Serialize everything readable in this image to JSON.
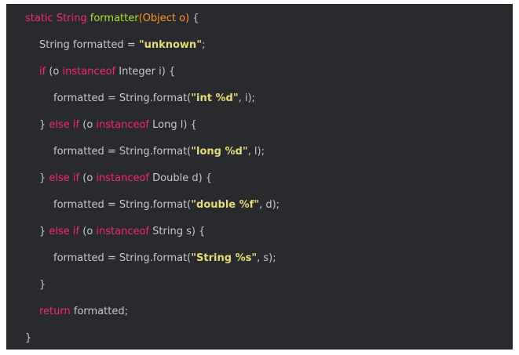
{
  "colors": {
    "background": "#282a2e",
    "keyword": "#f92672",
    "function": "#a6e22e",
    "parameter": "#fd971f",
    "string": "#e6db74",
    "plain": "#c5c8c6"
  },
  "code": {
    "lines": [
      {
        "indent": 0,
        "tokens": [
          {
            "t": "static ",
            "k": "kw"
          },
          {
            "t": "String ",
            "k": "type"
          },
          {
            "t": "formatter",
            "k": "fn"
          },
          {
            "t": "(Object o)",
            "k": "par"
          },
          {
            "t": " {",
            "k": "plain"
          }
        ]
      },
      {
        "indent": 1,
        "tokens": [
          {
            "t": "String formatted = ",
            "k": "plain"
          },
          {
            "t": "\"unknown\"",
            "k": "str"
          },
          {
            "t": ";",
            "k": "plain"
          }
        ]
      },
      {
        "indent": 1,
        "tokens": [
          {
            "t": "if",
            "k": "kw"
          },
          {
            "t": " (o ",
            "k": "plain"
          },
          {
            "t": "instanceof",
            "k": "kw"
          },
          {
            "t": " Integer i) {",
            "k": "plain"
          }
        ]
      },
      {
        "indent": 2,
        "tokens": [
          {
            "t": "formatted = String.format(",
            "k": "plain"
          },
          {
            "t": "\"int %d\"",
            "k": "str"
          },
          {
            "t": ", i);",
            "k": "plain"
          }
        ]
      },
      {
        "indent": 1,
        "tokens": [
          {
            "t": "} ",
            "k": "plain"
          },
          {
            "t": "else if",
            "k": "kw"
          },
          {
            "t": " (o ",
            "k": "plain"
          },
          {
            "t": "instanceof",
            "k": "kw"
          },
          {
            "t": " Long l) {",
            "k": "plain"
          }
        ]
      },
      {
        "indent": 2,
        "tokens": [
          {
            "t": "formatted = String.format(",
            "k": "plain"
          },
          {
            "t": "\"long %d\"",
            "k": "str"
          },
          {
            "t": ", l);",
            "k": "plain"
          }
        ]
      },
      {
        "indent": 1,
        "tokens": [
          {
            "t": "} ",
            "k": "plain"
          },
          {
            "t": "else if",
            "k": "kw"
          },
          {
            "t": " (o ",
            "k": "plain"
          },
          {
            "t": "instanceof",
            "k": "kw"
          },
          {
            "t": " Double d) {",
            "k": "plain"
          }
        ]
      },
      {
        "indent": 2,
        "tokens": [
          {
            "t": "formatted = String.format(",
            "k": "plain"
          },
          {
            "t": "\"double %f\"",
            "k": "str"
          },
          {
            "t": ", d);",
            "k": "plain"
          }
        ]
      },
      {
        "indent": 1,
        "tokens": [
          {
            "t": "} ",
            "k": "plain"
          },
          {
            "t": "else if",
            "k": "kw"
          },
          {
            "t": " (o ",
            "k": "plain"
          },
          {
            "t": "instanceof",
            "k": "kw"
          },
          {
            "t": " String s) {",
            "k": "plain"
          }
        ]
      },
      {
        "indent": 2,
        "tokens": [
          {
            "t": "formatted = String.format(",
            "k": "plain"
          },
          {
            "t": "\"String %s\"",
            "k": "str"
          },
          {
            "t": ", s);",
            "k": "plain"
          }
        ]
      },
      {
        "indent": 1,
        "tokens": [
          {
            "t": "}",
            "k": "plain"
          }
        ]
      },
      {
        "indent": 1,
        "tokens": [
          {
            "t": "return",
            "k": "kw"
          },
          {
            "t": " formatted;",
            "k": "plain"
          }
        ]
      },
      {
        "indent": 0,
        "tokens": [
          {
            "t": "}",
            "k": "plain"
          }
        ]
      }
    ]
  }
}
